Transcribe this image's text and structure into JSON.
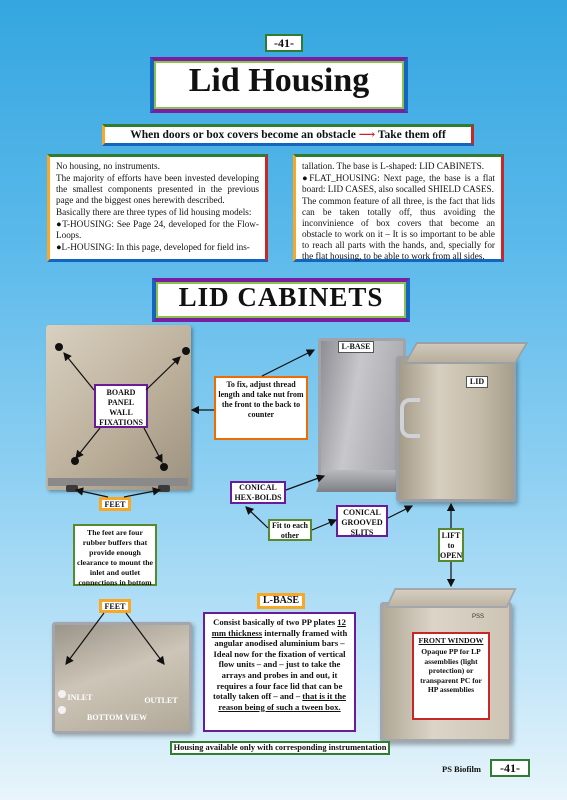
{
  "page_number_top": "-41-",
  "title": "Lid Housing",
  "subtitle_left": "When doors or box covers become an obstacle",
  "subtitle_arrow": "⟶",
  "subtitle_right": "Take them off",
  "intro_col1": [
    "No housing, no instruments.",
    "The majority of efforts have been invested developing the smallest components presented in the previous page and the biggest ones herewith described.",
    "Basically there are three types of lid housing models:",
    "●T-HOUSING: See Page 24, developed for the Flow-Loops.",
    "●L-HOUSING: In this page, developed for field ins-"
  ],
  "intro_col2": [
    "tallation. The base is L-shaped: LID CABINETS.",
    "●FLAT_HOUSING: Next page, the base is a flat board: LID CASES, also socalled SHIELD CASES.",
    "The common feature of all three, is the fact that lids can be taken totally off, thus avoiding the inconvinience of box covers that become an obstacle to work on it – It is so important to be able to reach all parts with the hands, and, specially for the flat housing, to be able to work from all sides."
  ],
  "section_title": "LID CABINETS",
  "labels": {
    "board": "BOARD PANEL WALL FIXATIONS",
    "fix": "To fix, adjust thread length and take nut from the front to the back to counter",
    "lbase_tag": "L-BASE",
    "lid_tag": "LID",
    "conical_hex": "CONICAL HEX-BOLDS",
    "conical_grooved": "CONICAL GROOVED SLITS",
    "fit": "Fit to each other",
    "lift": "LIFT to OPEN",
    "feet_top": "FEET",
    "feet_desc": "The feet are four rubber buffers that provide enough clearance to mount the inlet and outlet connections in bottom",
    "feet_bottom": "FEET",
    "inlet": "INLET",
    "outlet": "OUTLET",
    "bottom_view": "BOTTOM VIEW",
    "lbase_head": "L-BASE",
    "front_window_head": "FRONT WINDOW",
    "front_window_body": "Opaque PP for LP assemblies (light protection) or transparent PC for HP assemblies",
    "brand_on_box": "PSS"
  },
  "lbase_desc": {
    "part1": "Consist basically of two PP plates ",
    "underlined1": "12 mm thickness",
    "part2": " internally framed with angular anodised aluminium bars – Ideal now for the fixation of vertical flow units – and – just to take the arrays and probes in and out, it requires a four face lid that can be totally taken off – and – ",
    "underlined2": "that is it  the reason being of such a tween box."
  },
  "footer_note": "Housing available only with corresponding instrumentation",
  "footer_brand": "PS Biofilm",
  "page_number_bottom": "-41-"
}
